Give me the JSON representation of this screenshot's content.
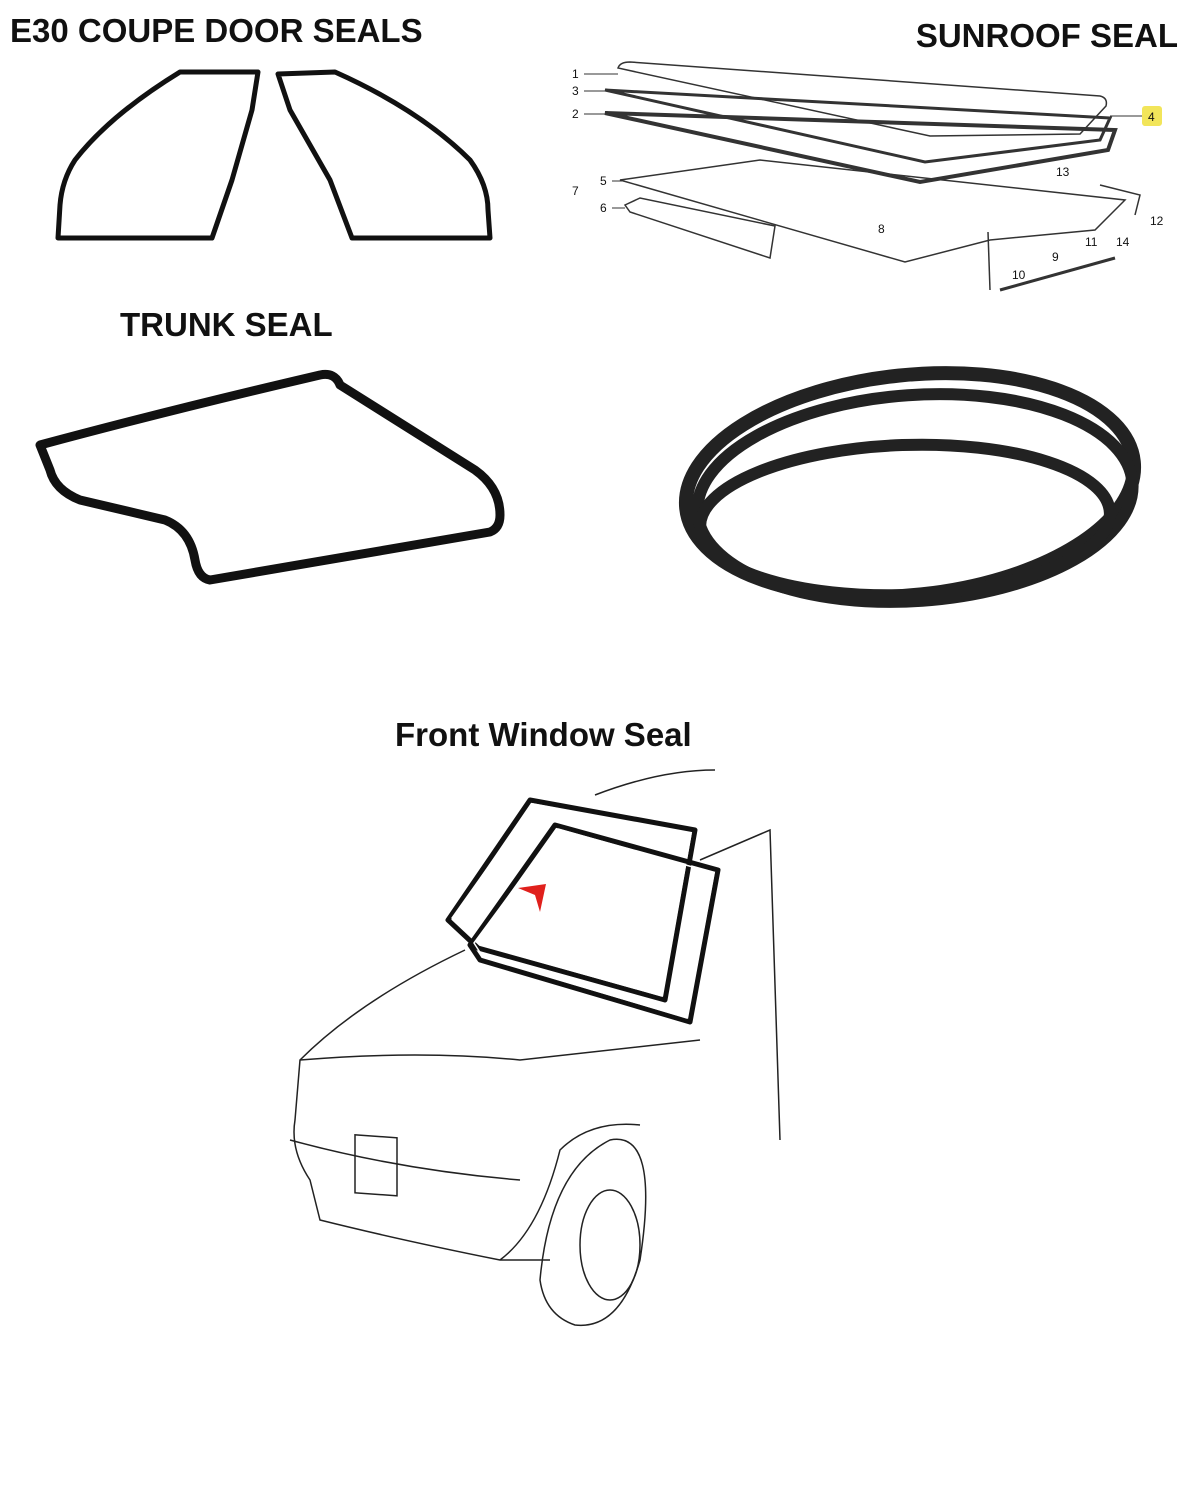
{
  "sections": {
    "doors_title": "E30 COUPE DOOR SEALS",
    "sunroof_title": "SUNROOF SEAL",
    "trunk_title": "TRUNK SEAL",
    "front_title": "Front Window Seal"
  },
  "sunroof_callouts": [
    "1",
    "2",
    "3",
    "4",
    "5",
    "6",
    "7",
    "8",
    "9",
    "10",
    "11",
    "12",
    "13",
    "14"
  ],
  "highlighted_callout": "4",
  "colors": {
    "highlight": "#f2e55a",
    "arrow": "#e0201c",
    "seal": "#111111"
  }
}
